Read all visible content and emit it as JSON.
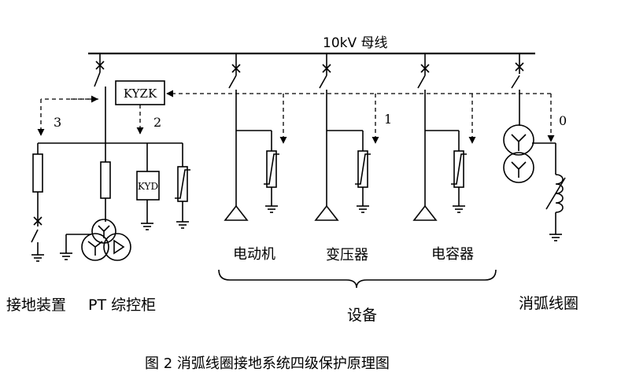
{
  "bus_label": "10kV 母线",
  "controller_label": "KYZK",
  "arrester_box_label": "KYD",
  "arrow_labels": [
    "0",
    "1",
    "2",
    "3"
  ],
  "device_labels": {
    "motor": "电动机",
    "transformer": "变压器",
    "capacitor": "电容器"
  },
  "section_labels": {
    "grounding_device": "接地装置",
    "pt_cabinet": "PT 综控柜",
    "equipment": "设备",
    "arc_coil": "消弧线圈"
  },
  "caption": "图 2  消弧线圈接地系统四级保护原理图"
}
